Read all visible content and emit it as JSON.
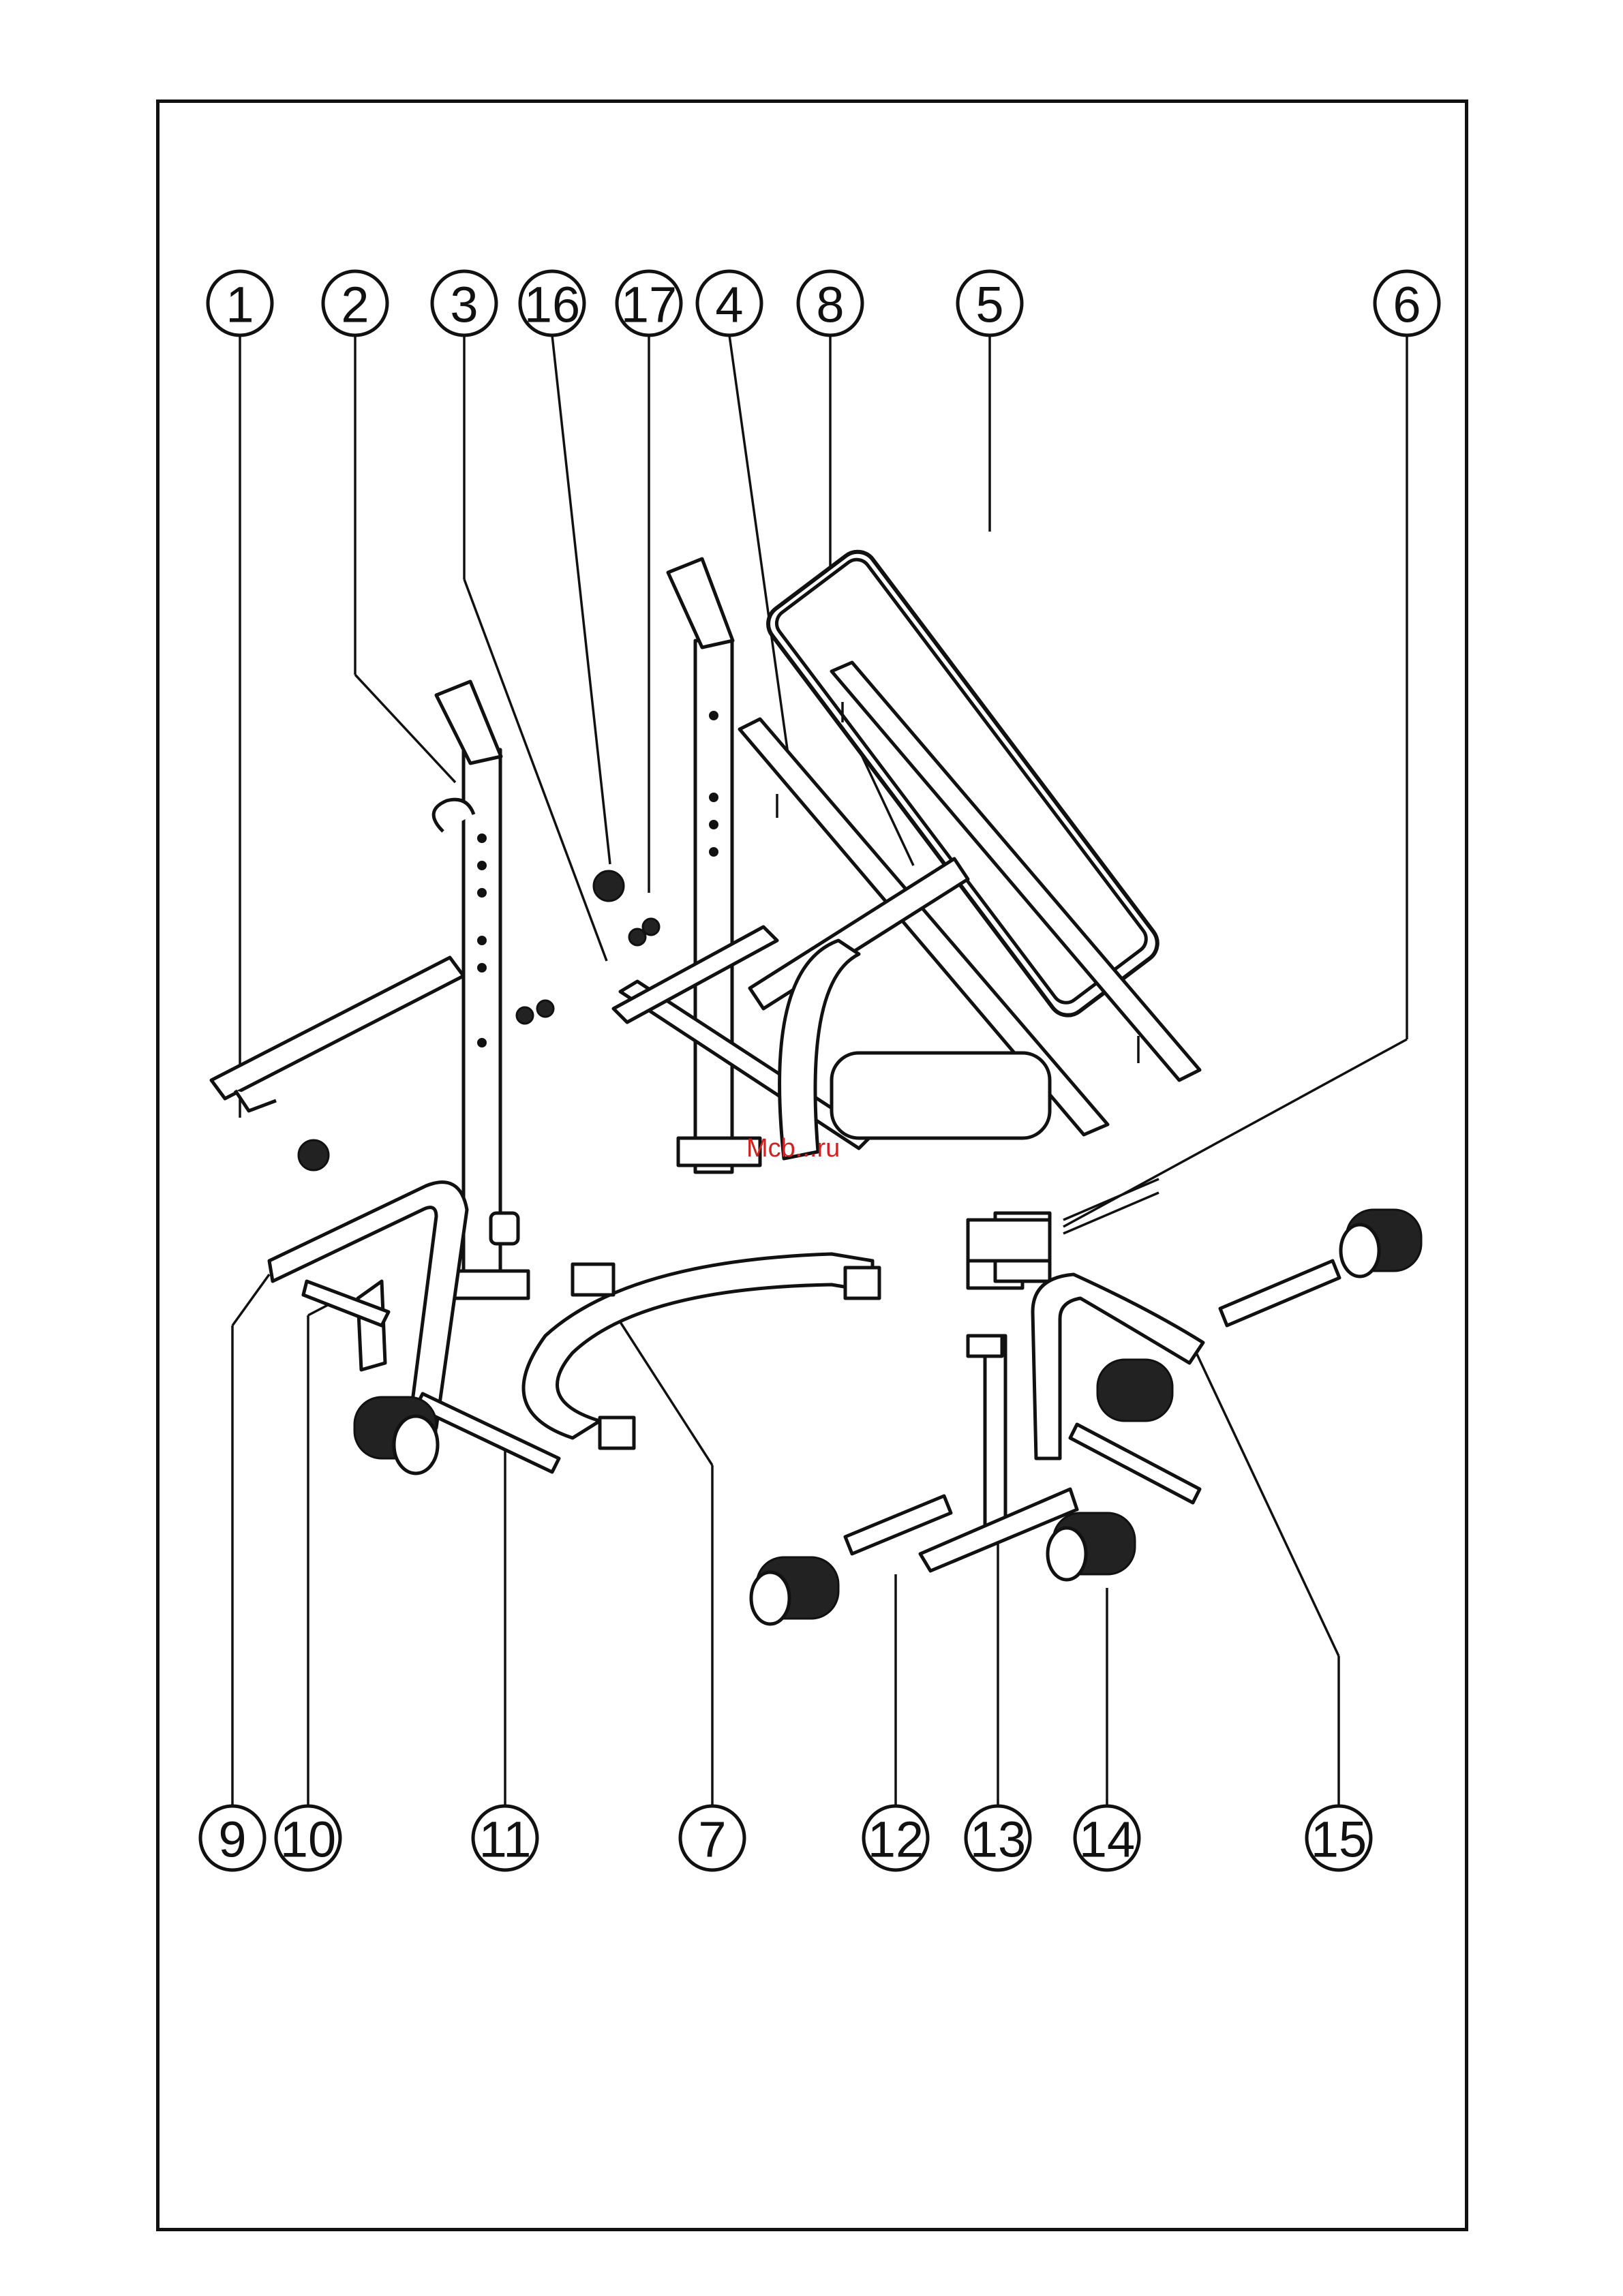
{
  "diagram": {
    "callouts_top": [
      "1",
      "2",
      "3",
      "16",
      "17",
      "4",
      "8",
      "5",
      "6"
    ],
    "callouts_bottom": [
      "9",
      "10",
      "11",
      "7",
      "12",
      "13",
      "14",
      "15"
    ]
  },
  "watermark": "Mcb...ru"
}
